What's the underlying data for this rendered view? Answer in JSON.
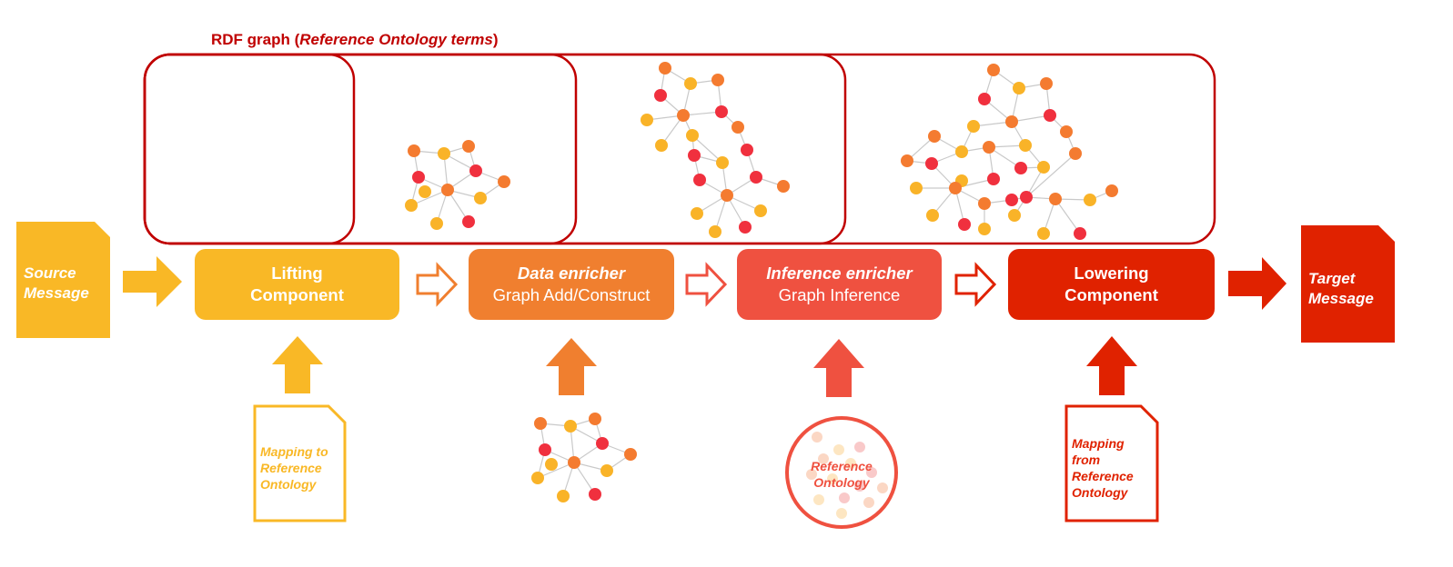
{
  "title": {
    "prefix": "RDF graph (",
    "italic": "Reference Ontology terms",
    "suffix": ")"
  },
  "source": {
    "line1": "Source",
    "line2": "Message"
  },
  "target": {
    "line1": "Target",
    "line2": "Message"
  },
  "components": {
    "lifting": {
      "line1": "Lifting",
      "line2": "Component"
    },
    "data_enricher": {
      "line1": "Data enricher",
      "line2": "Graph Add/Construct"
    },
    "inference_enricher": {
      "line1": "Inference enricher",
      "line2": "Graph Inference"
    },
    "lowering": {
      "line1": "Lowering",
      "line2": "Component"
    }
  },
  "inputs": {
    "mapping_to": {
      "line1": "Mapping to",
      "line2": "Reference",
      "line3": "Ontology"
    },
    "reference_ontology": {
      "line1": "Reference",
      "line2": "Ontology"
    },
    "mapping_from": {
      "line1": "Mapping",
      "line2": "from",
      "line3": "Reference",
      "line4": "Ontology"
    }
  },
  "colors": {
    "yellow": "#f9b826",
    "orange": "#f07f2f",
    "coral": "#ef5140",
    "red": "#e02200",
    "dark_red": "#c00000",
    "node_orange": "#f47b30",
    "node_yellow": "#f9b328",
    "node_red": "#f0303e"
  }
}
